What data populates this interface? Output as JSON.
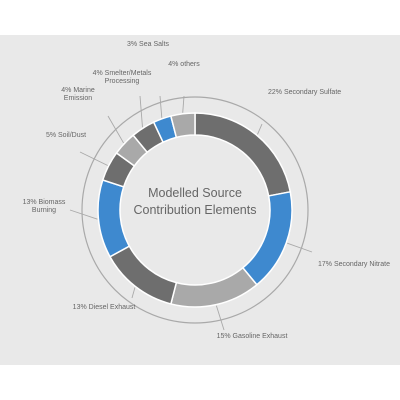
{
  "chart_data": {
    "type": "pie",
    "style": "donut",
    "title_lines": [
      "Modelled Source",
      "Contribution Elements"
    ],
    "slices": [
      {
        "label": "22% Secondary Sulfate",
        "value": 22,
        "color": "#6e6e6e"
      },
      {
        "label": "17% Secondary Nitrate",
        "value": 17,
        "color": "#3e89cf"
      },
      {
        "label": "15% Gasoline Exhaust",
        "value": 15,
        "color": "#a9a9a9"
      },
      {
        "label": "13% Diesel Exhaust",
        "value": 13,
        "color": "#6e6e6e"
      },
      {
        "label": "13% Biomass Burning",
        "value": 13,
        "color": "#3e89cf"
      },
      {
        "label": "5% Soil/Dust",
        "value": 5,
        "color": "#6e6e6e"
      },
      {
        "label": "4% Marine Emission",
        "value": 4,
        "color": "#a9a9a9"
      },
      {
        "label": "4% Smelter/Metals Processing",
        "value": 4,
        "color": "#6e6e6e"
      },
      {
        "label": "3% Sea Salts",
        "value": 3,
        "color": "#3e89cf"
      },
      {
        "label": "4% others",
        "value": 4,
        "color": "#a9a9a9"
      }
    ],
    "label_lines": [
      [
        "22% Secondary Sulfate"
      ],
      [
        "17% Secondary Nitrate"
      ],
      [
        "15% Gasoline Exhaust"
      ],
      [
        "13% Diesel Exhaust"
      ],
      [
        "13% Biomass",
        "Burning"
      ],
      [
        "5% Soil/Dust"
      ],
      [
        "4% Marine",
        "Emission"
      ],
      [
        "4% Smelter/Metals",
        "Processing"
      ],
      [
        "3% Sea Salts"
      ],
      [
        "4% others"
      ]
    ],
    "colors": {
      "background": "#e9e9e9",
      "ring_outline": "#a9a9a9",
      "leader": "#a9a9a9",
      "text": "#666666"
    }
  }
}
